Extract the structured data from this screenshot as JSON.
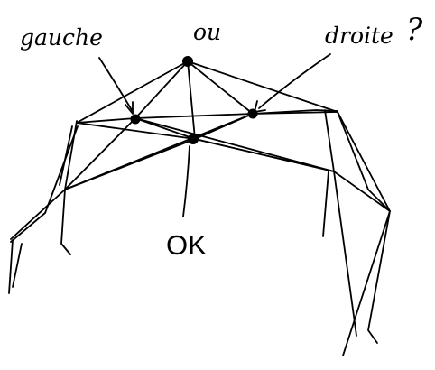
{
  "labels": {
    "left": "gauche",
    "middle": "ou",
    "right": "droite",
    "question": "?",
    "bottom": "OK"
  },
  "colors": {
    "ink": "#000000",
    "paper": "#ffffff"
  }
}
